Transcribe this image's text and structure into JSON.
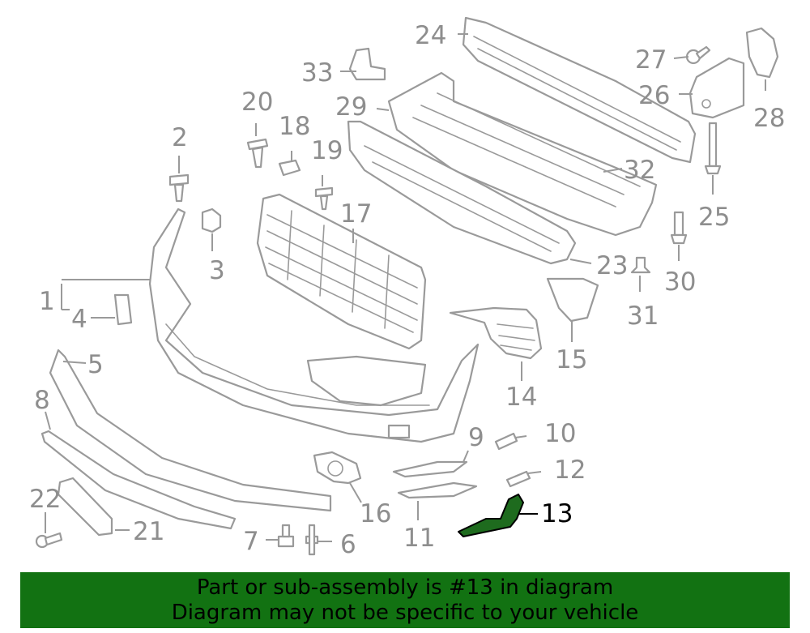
{
  "callouts": {
    "c1": "1",
    "c2": "2",
    "c3": "3",
    "c4": "4",
    "c5": "5",
    "c6": "6",
    "c7": "7",
    "c8": "8",
    "c9": "9",
    "c10": "10",
    "c11": "11",
    "c12": "12",
    "c13": "13",
    "c14": "14",
    "c15": "15",
    "c16": "16",
    "c17": "17",
    "c18": "18",
    "c19": "19",
    "c20": "20",
    "c21": "21",
    "c22": "22",
    "c23": "23",
    "c24": "24",
    "c25": "25",
    "c26": "26",
    "c27": "27",
    "c28": "28",
    "c29": "29",
    "c30": "30",
    "c31": "31",
    "c32": "32",
    "c33": "33"
  },
  "highlighted_part": "13",
  "colors": {
    "highlight": "#1e6b1e",
    "banner": "#127212",
    "line_art": "#9a9a9a"
  },
  "banner": {
    "line1": "Part or sub-assembly is #13 in diagram",
    "line2": "Diagram may not be specific to your vehicle"
  }
}
